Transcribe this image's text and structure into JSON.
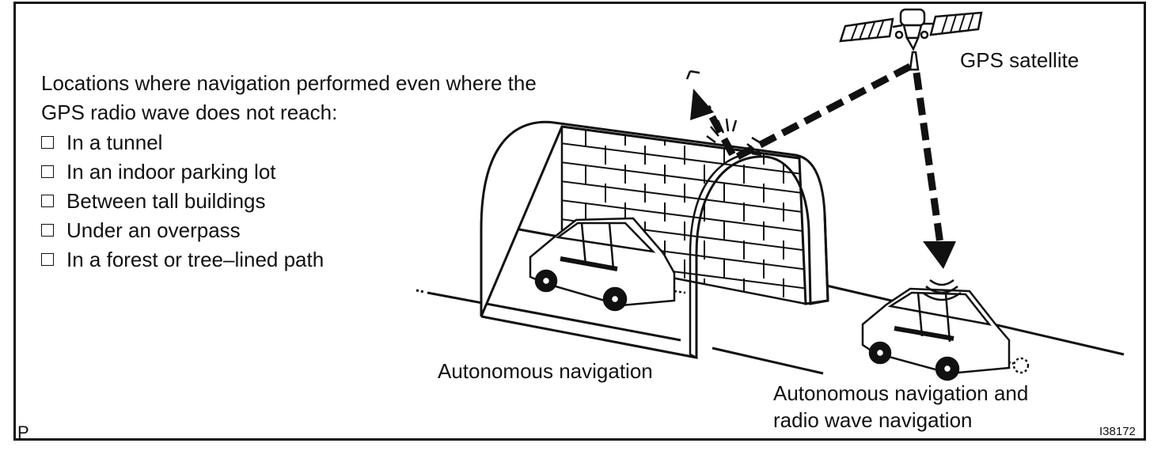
{
  "intro": {
    "line1": "Locations where navigation performed even where the",
    "line2": "GPS radio wave does not reach:"
  },
  "locations": [
    "In a tunnel",
    "In an indoor parking lot",
    "Between tall buildings",
    "Under an overpass",
    "In a forest or tree–lined path"
  ],
  "labels": {
    "satellite": "GPS satellite",
    "autonomous": "Autonomous navigation",
    "combined_line1": "Autonomous navigation and",
    "combined_line2": "radio wave navigation"
  },
  "corner_letter": "P",
  "figure_id": "I38172"
}
